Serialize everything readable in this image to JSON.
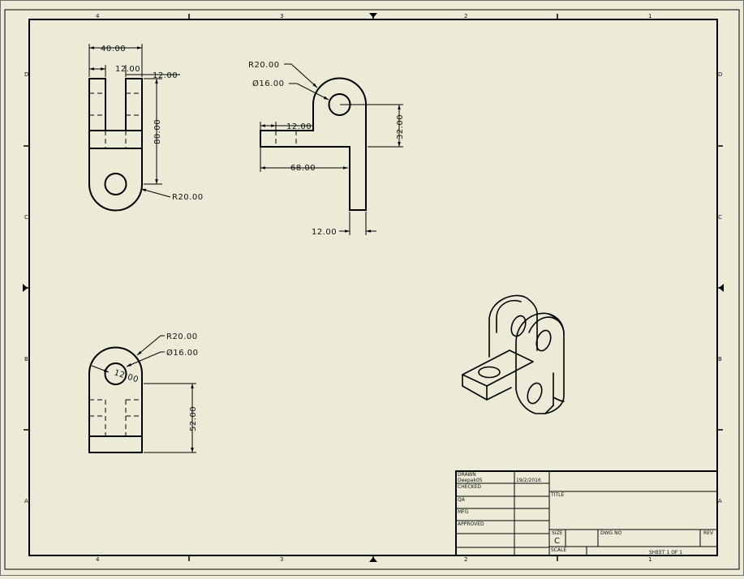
{
  "zones": {
    "top": [
      "4",
      "3",
      "2",
      "1"
    ],
    "bottom": [
      "4",
      "3",
      "2",
      "1"
    ],
    "left": [
      "D",
      "C",
      "B",
      "A"
    ],
    "right": [
      "D",
      "C",
      "B",
      "A"
    ]
  },
  "front_view": {
    "width": "40.00",
    "slot": "12.00",
    "rib": "12.00",
    "height": "80.00",
    "radius": "R20.00"
  },
  "top_view": {
    "radius": "R20.00",
    "hole": "Ø16.00",
    "flange": "12.00",
    "height": "32.00",
    "length": "68.00",
    "thickness": "12.00"
  },
  "side_view": {
    "radius": "R20.00",
    "hole": "Ø16.00",
    "offset": "12.00",
    "height": "52.00"
  },
  "title_block": {
    "drawn_label": "DRAWN",
    "drawn_by": "Deepak05",
    "date": "19/2/2016",
    "checked_label": "CHECKED",
    "qa_label": "QA",
    "mfg_label": "MFG",
    "approved_label": "APPROVED",
    "title_label": "TITLE",
    "size_label": "SIZE",
    "size_value": "C",
    "dwg_label": "DWG NO",
    "rev_label": "REV",
    "scale_label": "SCALE",
    "sheet_label": "SHEET 1  OF 1"
  }
}
